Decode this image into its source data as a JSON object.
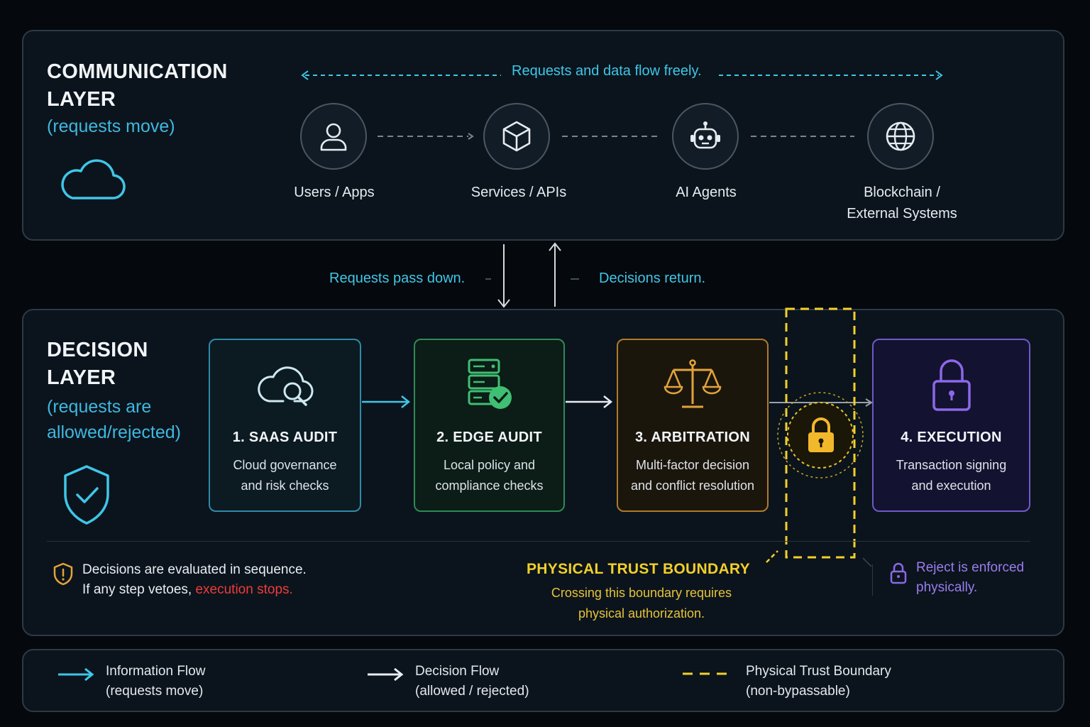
{
  "communication": {
    "title_line1": "COMMUNICATION",
    "title_line2": "LAYER",
    "subtitle": "(requests move)",
    "flow_text": "Requests and data flow freely.",
    "nodes": [
      {
        "label": "Users / Apps",
        "icon": "user-icon"
      },
      {
        "label": "Services / APIs",
        "icon": "cube-icon"
      },
      {
        "label": "AI Agents",
        "icon": "robot-icon"
      },
      {
        "label_line1": "Blockchain /",
        "label_line2": "External Systems",
        "icon": "globe-icon"
      }
    ]
  },
  "between": {
    "down_text": "Requests pass down.",
    "up_text": "Decisions return."
  },
  "decision": {
    "title_line1": "DECISION",
    "title_line2": "LAYER",
    "subtitle_line1": "(requests are",
    "subtitle_line2": "allowed/rejected)",
    "cards": [
      {
        "title": "1. SAAS AUDIT",
        "desc_line1": "Cloud governance",
        "desc_line2": "and risk checks",
        "icon": "cloud-search-icon",
        "color": "#2fb3d6"
      },
      {
        "title": "2. EDGE AUDIT",
        "desc_line1": "Local policy and",
        "desc_line2": "compliance checks",
        "icon": "server-check-icon",
        "color": "#3fbf73"
      },
      {
        "title": "3. ARBITRATION",
        "desc_line1": "Multi-factor decision",
        "desc_line2": "and conflict resolution",
        "icon": "scales-icon",
        "color": "#e2a33b"
      },
      {
        "title": "4. EXECUTION",
        "desc_line1": "Transaction signing",
        "desc_line2": "and execution",
        "icon": "lock-icon",
        "color": "#8b68e8"
      }
    ],
    "note_line1": "Decisions are evaluated in sequence.",
    "note_line2_prefix": "If any step vetoes, ",
    "note_line2_highlight": "execution stops.",
    "boundary_title": "PHYSICAL TRUST BOUNDARY",
    "boundary_desc_line1": "Crossing this boundary requires",
    "boundary_desc_line2": "physical authorization.",
    "reject_line1": "Reject is enforced",
    "reject_line2": "physically."
  },
  "legend": {
    "items": [
      {
        "line1": "Information Flow",
        "line2": "(requests move)"
      },
      {
        "line1": "Decision Flow",
        "line2": "(allowed / rejected)"
      },
      {
        "line1": "Physical Trust Boundary",
        "line2": "(non-bypassable)"
      }
    ]
  },
  "colors": {
    "cyan": "#3fc6e8",
    "green": "#3fbf73",
    "amber": "#e2a33b",
    "yellow": "#f2cf2b",
    "purple": "#8b68e8",
    "red": "#ef3b3b"
  }
}
